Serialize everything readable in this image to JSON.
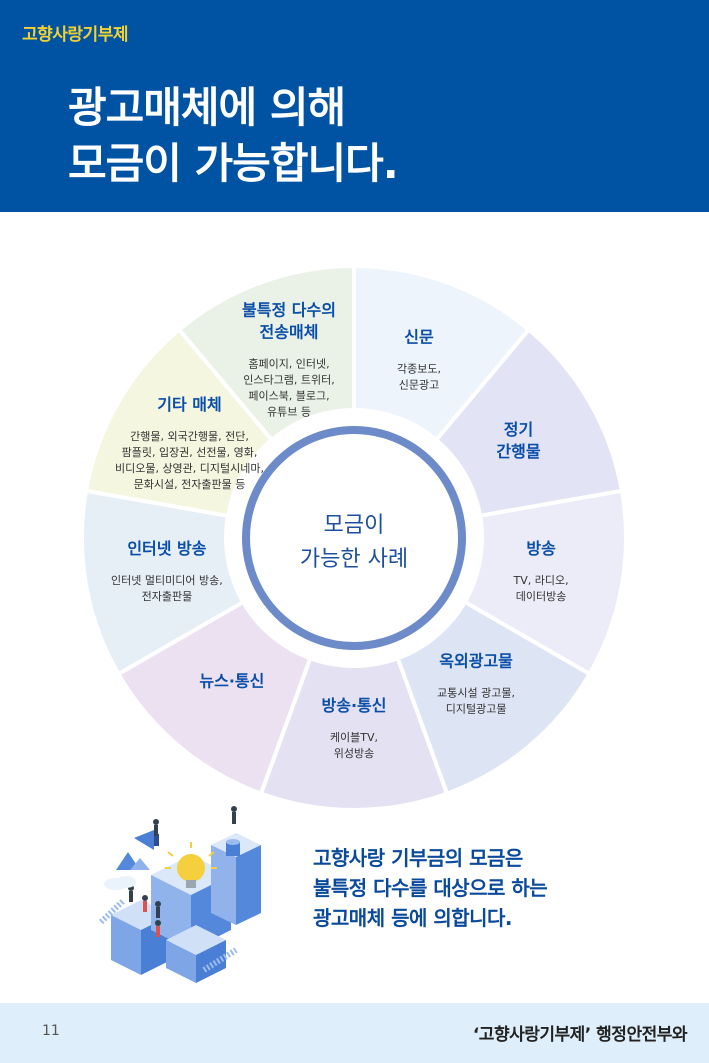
{
  "header": {
    "brand": "고향사랑기부제",
    "title_lines": [
      "광고매체에 의해",
      "모금이 가능합니다."
    ]
  },
  "wheel": {
    "center_lines": [
      "모금이",
      "가능한 사례"
    ],
    "segments": [
      {
        "title": [
          "신문"
        ],
        "desc": [
          "각종보도,",
          "신문광고"
        ]
      },
      {
        "title": [
          "정기",
          "간행물"
        ],
        "desc": []
      },
      {
        "title": [
          "방송"
        ],
        "desc": [
          "TV, 라디오,",
          "데이터방송"
        ]
      },
      {
        "title": [
          "옥외광고물"
        ],
        "desc": [
          "교통시설 광고물,",
          "디지털광고물"
        ]
      },
      {
        "title": [
          "방송·통신"
        ],
        "desc": [
          "케이블TV,",
          "위성방송"
        ]
      },
      {
        "title": [
          "뉴스·통신"
        ],
        "desc": []
      },
      {
        "title": [
          "인터넷 방송"
        ],
        "desc": [
          "인터넷 멀티미디어 방송,",
          "전자출판물"
        ]
      },
      {
        "title": [
          "기타 매체"
        ],
        "desc": [
          "간행물, 외국간행물, 전단,",
          "팜플릿, 입장권, 선전물, 영화,",
          "비디오물, 상영관, 디지털시네마,",
          "문화시설, 전자출판물 등"
        ]
      },
      {
        "title": [
          "불특정 다수의",
          "전송매체"
        ],
        "desc": [
          "홈페이지, 인터넷,",
          "인스타그램, 트위터,",
          "페이스북, 블로그,",
          "유튜브 등"
        ]
      }
    ],
    "colors": [
      "#eef4fc",
      "#e2e4f5",
      "#ebecf8",
      "#dde5f4",
      "#e4e2f2",
      "#ece1f0",
      "#e6eef6",
      "#f4f6e0",
      "#eaf2e8"
    ],
    "accent": "#6d8ac9"
  },
  "summary_lines": [
    "고향사랑 기부금의 모금은",
    "불특정 다수를 대상으로 하는",
    "광고매체 등에 의합니다."
  ],
  "footer": {
    "page_number": "11",
    "title": "‘고향사랑기부제’ 행정안전부와"
  }
}
